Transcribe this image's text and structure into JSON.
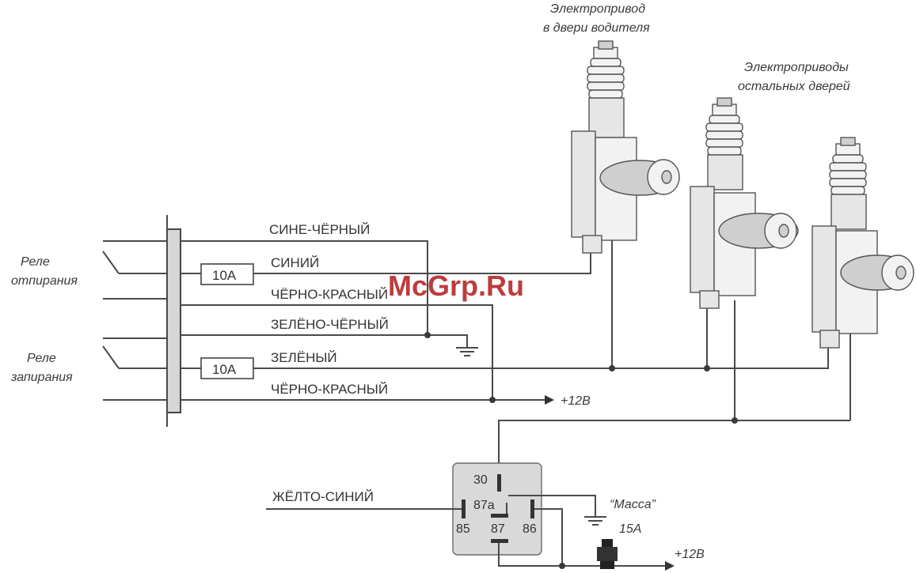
{
  "actuators": {
    "driver_label_1": "Электропривод",
    "driver_label_2": "в двери водителя",
    "others_label_1": "Электроприводы",
    "others_label_2": "остальных дверей"
  },
  "relays": {
    "unlock_1": "Реле",
    "unlock_2": "отпирания",
    "lock_1": "Реле",
    "lock_2": "запирания"
  },
  "wires": {
    "blue_black": "СИНЕ-ЧЁРНЫЙ",
    "blue": "СИНИЙ",
    "black_red_1": "ЧЁРНО-КРАСНЫЙ",
    "green_black": "ЗЕЛЁНО-ЧЁРНЫЙ",
    "green": "ЗЕЛЁНЫЙ",
    "black_red_2": "ЧЁРНО-КРАСНЫЙ",
    "yellow_blue": "ЖЁЛТО-СИНИЙ"
  },
  "fuses": {
    "f1": "10A",
    "f2": "10A",
    "f3": "15A"
  },
  "power": {
    "plus12_a": "+12В",
    "plus12_b": "+12В"
  },
  "ground": {
    "label": "“Масса”"
  },
  "relay_pins": {
    "p30": "30",
    "p87a": "87a",
    "p85": "85",
    "p87": "87",
    "p86": "86"
  },
  "watermark": "McGrp.Ru"
}
